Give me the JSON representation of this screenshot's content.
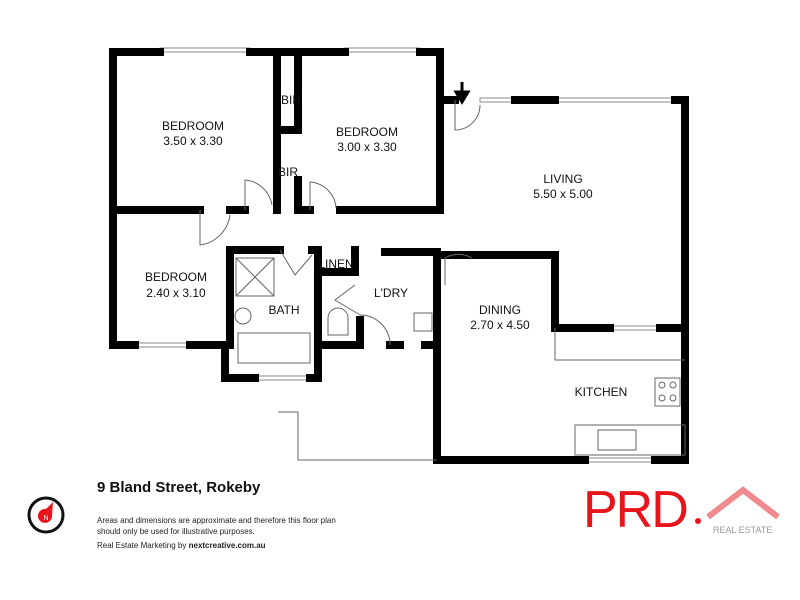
{
  "rooms": [
    {
      "name": "BEDROOM",
      "size": "3.50 x 3.30"
    },
    {
      "name": "BEDROOM",
      "size": "3.00 x 3.30"
    },
    {
      "name": "BEDROOM",
      "size": "2.40 x 3.10"
    },
    {
      "name": "LIVING",
      "size": "5.50 x 5.00"
    },
    {
      "name": "DINING",
      "size": "2.70 x 4.50"
    },
    {
      "name": "KITCHEN"
    },
    {
      "name": "BATH"
    },
    {
      "name": "L'DRY"
    },
    {
      "name": "LINEN"
    },
    {
      "name": "BIR"
    },
    {
      "name": "BIR"
    }
  ],
  "footer": {
    "address": "9 Bland Street, Rokeby",
    "disclaimer": "Areas and dimensions are approximate and therefore this floor plan should only be used for illustrative purposes.",
    "marketing_prefix": "Real Estate Marketing by",
    "marketing_site": "nextcreative.com.au",
    "compass_label": "N"
  },
  "logo": {
    "brand": "PRD",
    "sub": "REAL ESTATE",
    "color": "#e8141c"
  }
}
